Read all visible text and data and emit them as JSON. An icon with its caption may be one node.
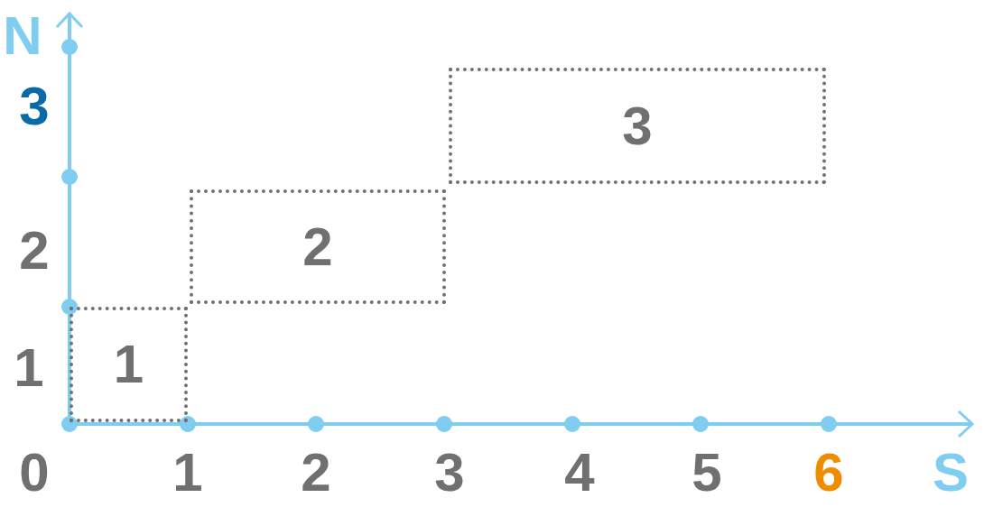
{
  "diagram": {
    "nodes": [
      {
        "text": [
          "1"
        ]
      },
      {
        "text": [
          "2"
        ]
      },
      {
        "text": [
          "3"
        ]
      }
    ],
    "labels": [
      "N",
      "3",
      "2",
      "1",
      "0",
      "1",
      "2",
      "3",
      "4",
      "5",
      "6",
      "S"
    ]
  }
}
